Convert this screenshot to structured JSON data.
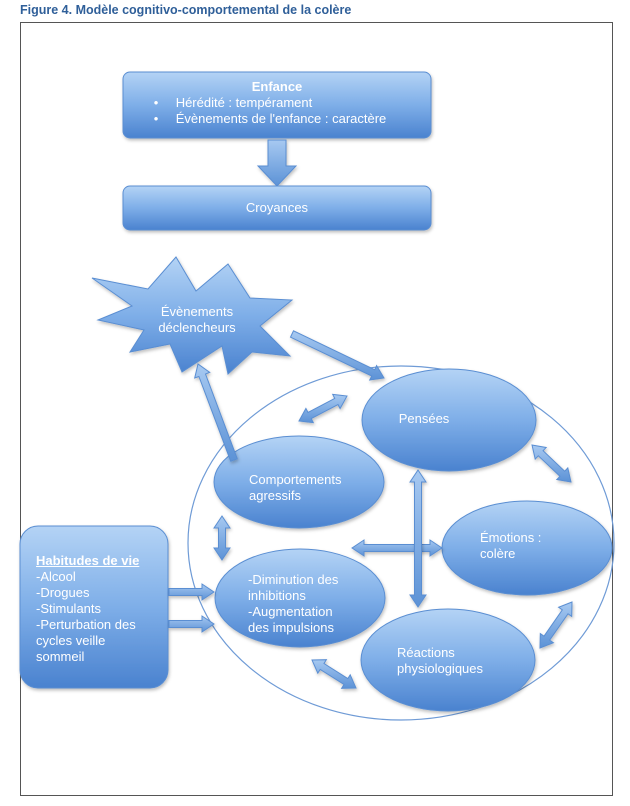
{
  "figure": {
    "title": "Figure 4. Modèle cognitivo-comportemental de la colère"
  },
  "enfance": {
    "title": "Enfance",
    "items": [
      "Hérédité : tempérament",
      "Évènements de l'enfance : caractère"
    ]
  },
  "croyances": {
    "label": "Croyances"
  },
  "evenements": {
    "line1": "Évènements",
    "line2": "déclencheurs"
  },
  "pensees": {
    "label": "Pensées"
  },
  "comportements": {
    "line1": "Comportements",
    "line2": "agressifs"
  },
  "emotions": {
    "line1": "Émotions :",
    "line2": "colère"
  },
  "diminution": {
    "lines": [
      "-Diminution des",
      "inhibitions",
      "-Augmentation",
      "des impulsions"
    ]
  },
  "reactions": {
    "line1": "Réactions",
    "line2": "physiologiques"
  },
  "habitudes": {
    "title": "Habitudes de vie",
    "lines": [
      "-Alcool",
      "-Drogues",
      "-Stimulants",
      "-Perturbation des",
      "cycles veille",
      "sommeil"
    ]
  },
  "colors": {
    "shape_fill_light": "#a9ccf2",
    "shape_fill_dark": "#4f86d0",
    "shape_stroke": "#5a8ed2",
    "title": "#2f5f99"
  }
}
